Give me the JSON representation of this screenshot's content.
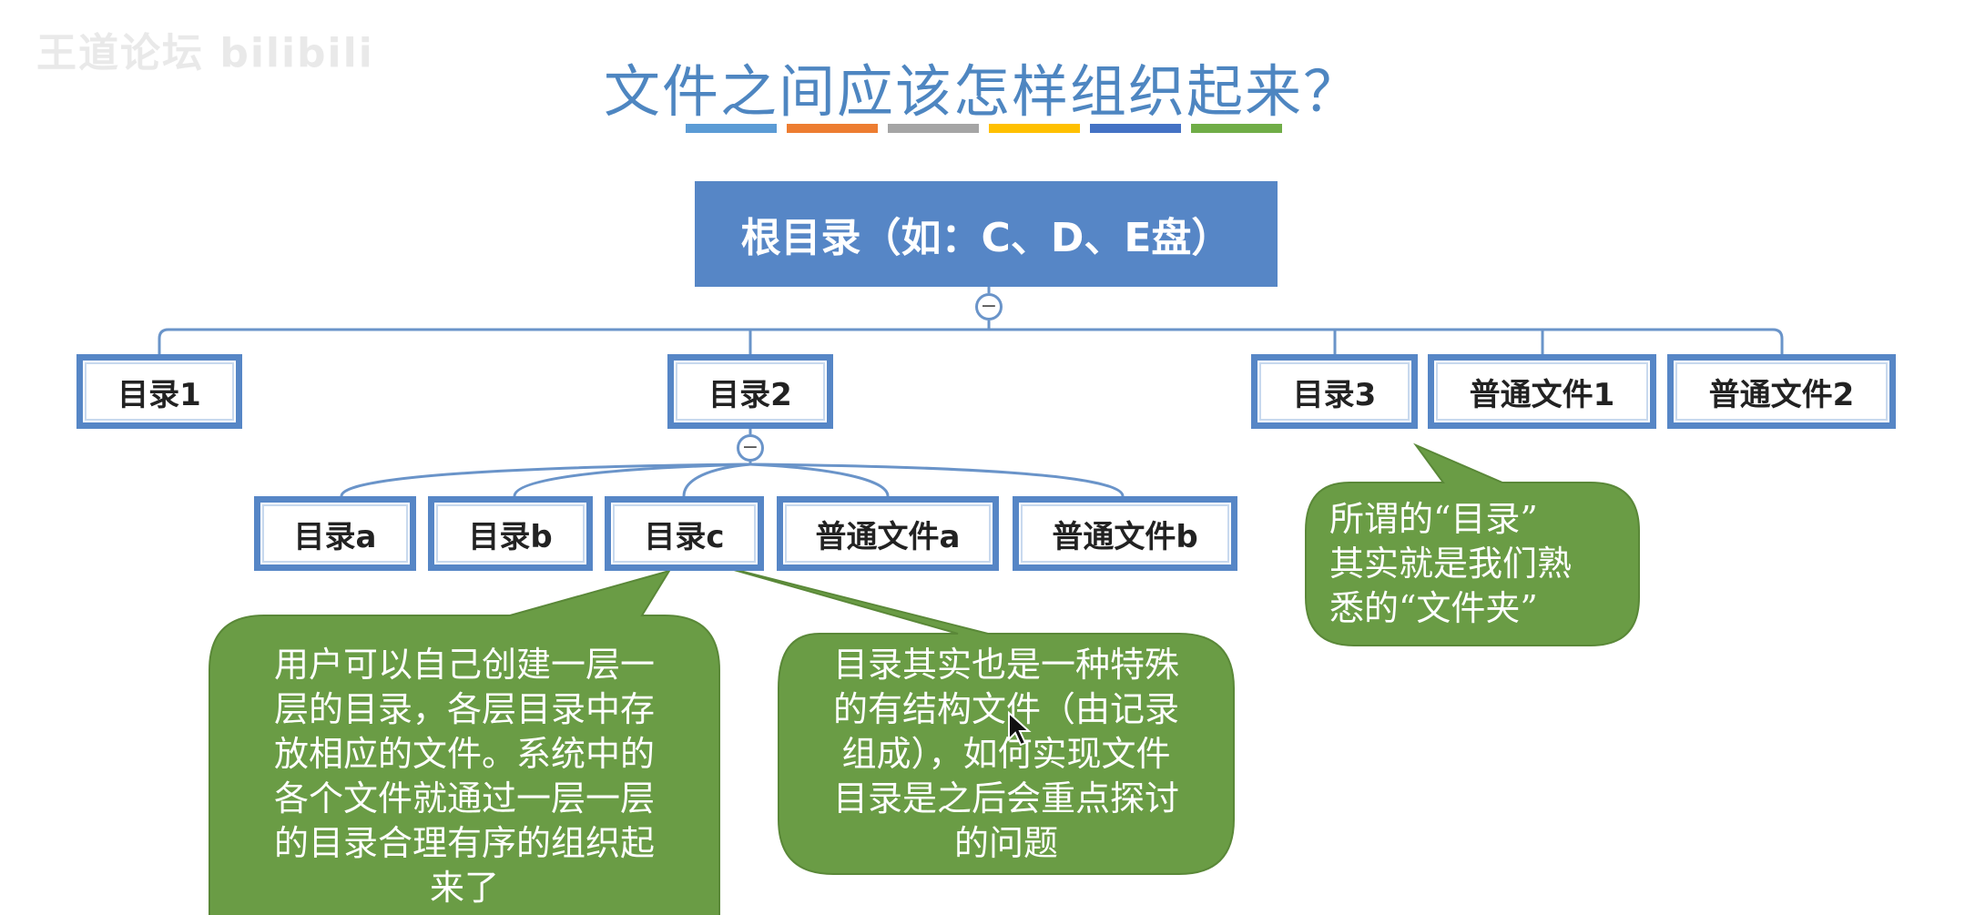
{
  "watermark": "王道论坛 bilibili",
  "title": "文件之间应该怎样组织起来？",
  "accent_bars": [
    "#5b9bd5",
    "#ed7d31",
    "#a5a5a5",
    "#ffc000",
    "#4472c4",
    "#70ad47"
  ],
  "colors": {
    "node_border": "#5686c6",
    "root_fill": "#5686c6",
    "callout_fill": "#6a9c45",
    "connector": "#6a94c9"
  },
  "tree": {
    "root": "根目录（如：C、D、E盘）",
    "level1": [
      "目录1",
      "目录2",
      "目录3",
      "普通文件1",
      "普通文件2"
    ],
    "level2": [
      "目录a",
      "目录b",
      "目录c",
      "普通文件a",
      "普通文件b"
    ],
    "collapse_symbol": "−"
  },
  "callouts": {
    "left": [
      "用户可以自己创建一层一",
      "层的目录，各层目录中存",
      "放相应的文件。系统中的",
      "各个文件就通过一层一层",
      "的目录合理有序的组织起",
      "来了"
    ],
    "middle": [
      "目录其实也是一种特殊",
      "的有结构文件（由记录",
      "组成），如何实现文件",
      "目录是之后会重点探讨",
      "的问题"
    ],
    "right": [
      "所谓的“目录”",
      "其实就是我们熟",
      "悉的“文件夹”"
    ]
  }
}
